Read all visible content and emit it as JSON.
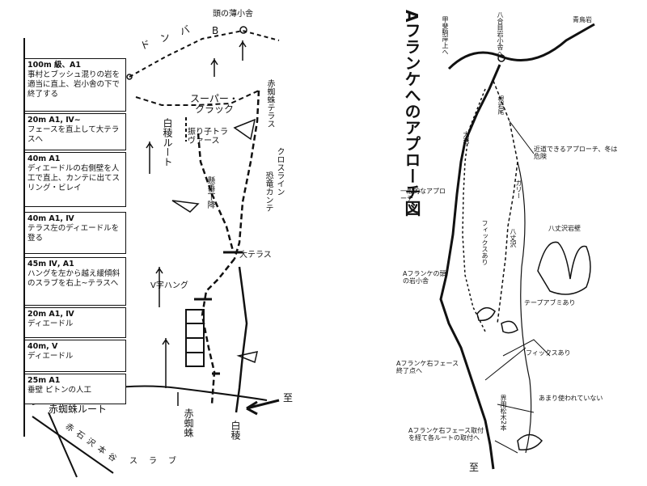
{
  "left_topo": {
    "summit_hut": "頭の薄小舎",
    "pitches": [
      {
        "grade": "100m 級、A1",
        "desc": "事村とブッシュ混りの岩を適当に直上、岩小舎の下で終了する"
      },
      {
        "grade": "20m A1, Ⅳ~",
        "desc": "フェースを直上して大テラスへ"
      },
      {
        "grade": "40m A1",
        "desc": "ディエードルの右側壁を人工で直上、カンテに出てスリング・ビレイ"
      },
      {
        "grade": "40m A1, Ⅳ",
        "desc": "テラス左のディエードルを登る"
      },
      {
        "grade": "45m Ⅳ, A1",
        "desc": "ハングを左から越え緩傾斜のスラブを右上~テラスへ"
      },
      {
        "grade": "20m A1, Ⅳ",
        "desc": "ディエードル"
      },
      {
        "grade": "40m, V",
        "desc": "ディエードル"
      },
      {
        "grade": "25m A1",
        "desc": "垂壁 ピトンの人工"
      }
    ],
    "labels": {
      "donba": "ドンバ",
      "b_mark": "B",
      "super_crack": "スーパー・クラック",
      "akagumo_terrace": "赤蜘蛛テラス",
      "hakuryo_route": "白稜ルート",
      "furiko_traverse": "振り子トラヴァース",
      "crossline": "クロスライン",
      "kyoryu_kante": "恐竜カンテ",
      "kensui_kouka": "懸垂下降",
      "dai_terrace": "大テラス",
      "v_hang": "V字ハング",
      "akagumo_route": "赤蜘蛛ルート",
      "akagumo_start": "赤蜘蛛",
      "hakuryo_start": "白稜",
      "akaishi_honya": "赤石沢本谷",
      "slab": "スラブ",
      "arrow_label": "至"
    }
  },
  "right_map": {
    "title": "Aフランケへのアプローチ図",
    "labels": {
      "kaikoma_line": "甲斐駒岸上へ",
      "hachigo_hut": "八合目岩小舎へ",
      "aosaki": "青鳥岩",
      "dai_iwa": "大岩",
      "konbo": "根岩尾",
      "nearside_approach": "近道できるアプローチ、冬は危険",
      "general_approach": "一般的なアプローチ",
      "fix_rope": "フィックスあり",
      "hachijo": "八丈沢",
      "hachijo_slab": "八丈沢岩壁",
      "gully": "ガリー",
      "a_franke_head": "Aフランケの頭の岩小舎",
      "tape_exists": "テープアブミあり",
      "fix_exists": "フィックスあり",
      "a_franke_face_end": "Aフランケ右フェース終了点へ",
      "used_rare": "あまり使われていない",
      "face_route_start": "Aフランケ右フェース取付を経て各ルートの取付へ",
      "marker_2": "界用松木2本",
      "bottom_kanji": "至"
    }
  }
}
